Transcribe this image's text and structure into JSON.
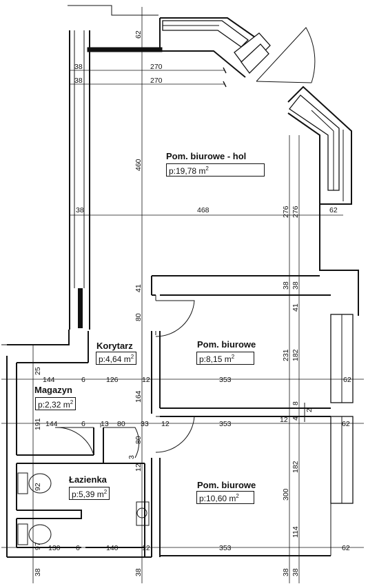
{
  "rooms": [
    {
      "name": "Pom. biurowe - hol",
      "area": "p:19,78",
      "unit": "m",
      "exp": "2"
    },
    {
      "name": "Korytarz",
      "area": "p:4,64",
      "unit": "m",
      "exp": "2"
    },
    {
      "name": "Pom. biurowe",
      "area": "p:8,15",
      "unit": "m",
      "exp": "2"
    },
    {
      "name": "Magazyn",
      "area": "p:2,32",
      "unit": "m",
      "exp": "2"
    },
    {
      "name": "Łazienka",
      "area": "p:5,39",
      "unit": "m",
      "exp": "2"
    },
    {
      "name": "Pom. biurowe",
      "area": "p:10,60",
      "unit": "m",
      "exp": "2"
    }
  ],
  "dims": {
    "d62_top": "62",
    "d38_a": "38",
    "d270_a": "270",
    "d38_b": "38",
    "d270_b": "270",
    "d460": "460",
    "d38_c": "38",
    "d468": "468",
    "d276_a": "276",
    "d276_b": "276",
    "d62_r1": "62",
    "d41_a": "41",
    "d38_d": "38",
    "d38_e": "38",
    "d80_a": "80",
    "d41_b": "41",
    "d25": "25",
    "d231": "231",
    "d182_a": "182",
    "d144_a": "144",
    "d6_a": "6",
    "d126": "126",
    "d12_a": "12",
    "d353_a": "353",
    "d62_r2": "62",
    "d164": "164",
    "d8": "8",
    "d4": "4",
    "d2": "2",
    "d191": "191",
    "d144_b": "144",
    "d6_b": "6",
    "d13": "13",
    "d80_b": "80",
    "d33": "33",
    "d12_b": "12",
    "d353_b": "353",
    "d12_c": "12",
    "d62_r3": "62",
    "d80_c": "80",
    "d3": "3",
    "d12_d": "12",
    "d92": "92",
    "d182_b": "182",
    "d300": "300",
    "d97": "97",
    "d130": "130",
    "d6_c": "6",
    "d140": "140",
    "d12_e": "12",
    "d353_c": "353",
    "d114": "114",
    "d62_r4": "62",
    "d38_f": "38",
    "d38_g": "38",
    "d38_h": "38",
    "d38_i": "38"
  }
}
